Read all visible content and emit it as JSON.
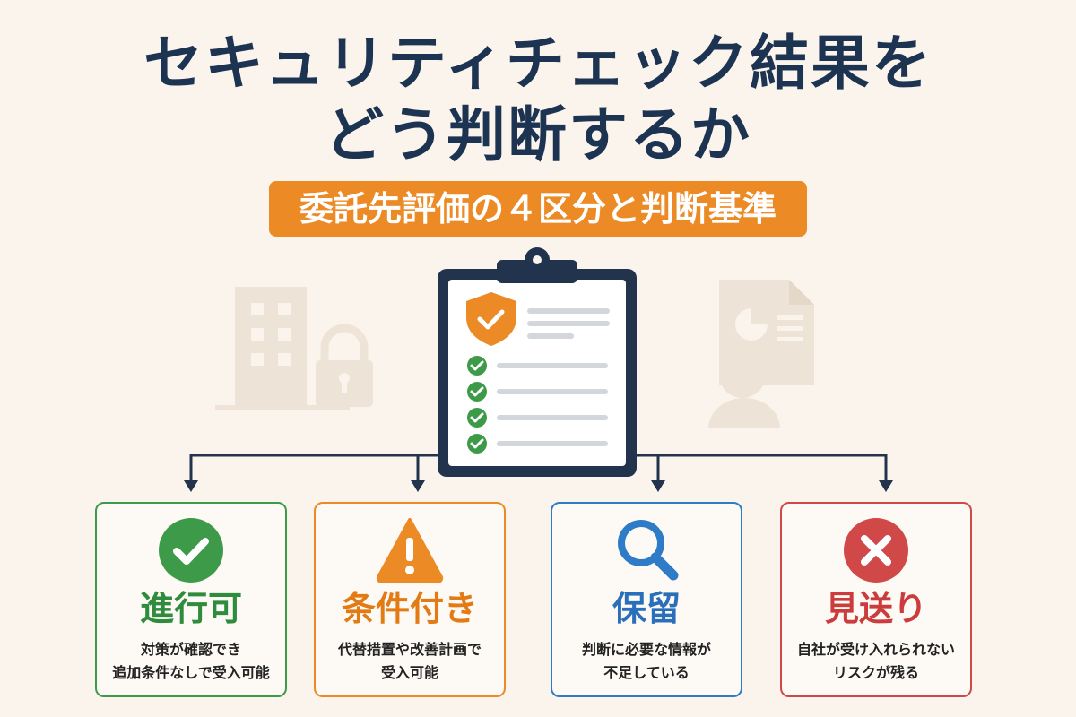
{
  "title_line1": "セキュリティチェック結果を",
  "title_line2": "どう判断するか",
  "subtitle": "委託先評価の４区分と判断基準",
  "categories": [
    {
      "label": "進行可",
      "desc_line1": "対策が確認でき",
      "desc_line2": "追加条件なしで受入可能",
      "color": "#3d9a48",
      "icon": "check-circle-icon"
    },
    {
      "label": "条件付き",
      "desc_line1": "代替措置や改善計画で",
      "desc_line2": "受入可能",
      "color": "#ec8a25",
      "icon": "warning-triangle-icon"
    },
    {
      "label": "保留",
      "desc_line1": "判断に必要な情報が",
      "desc_line2": "不足している",
      "color": "#2e7bc8",
      "icon": "magnifier-icon"
    },
    {
      "label": "見送り",
      "desc_line1": "自社が受け入れられない",
      "desc_line2": "リスクが残る",
      "color": "#d04848",
      "icon": "cross-circle-icon"
    }
  ],
  "colors": {
    "navy": "#1c3352",
    "background": "#fbf4ec",
    "accent": "#ec8a25"
  }
}
